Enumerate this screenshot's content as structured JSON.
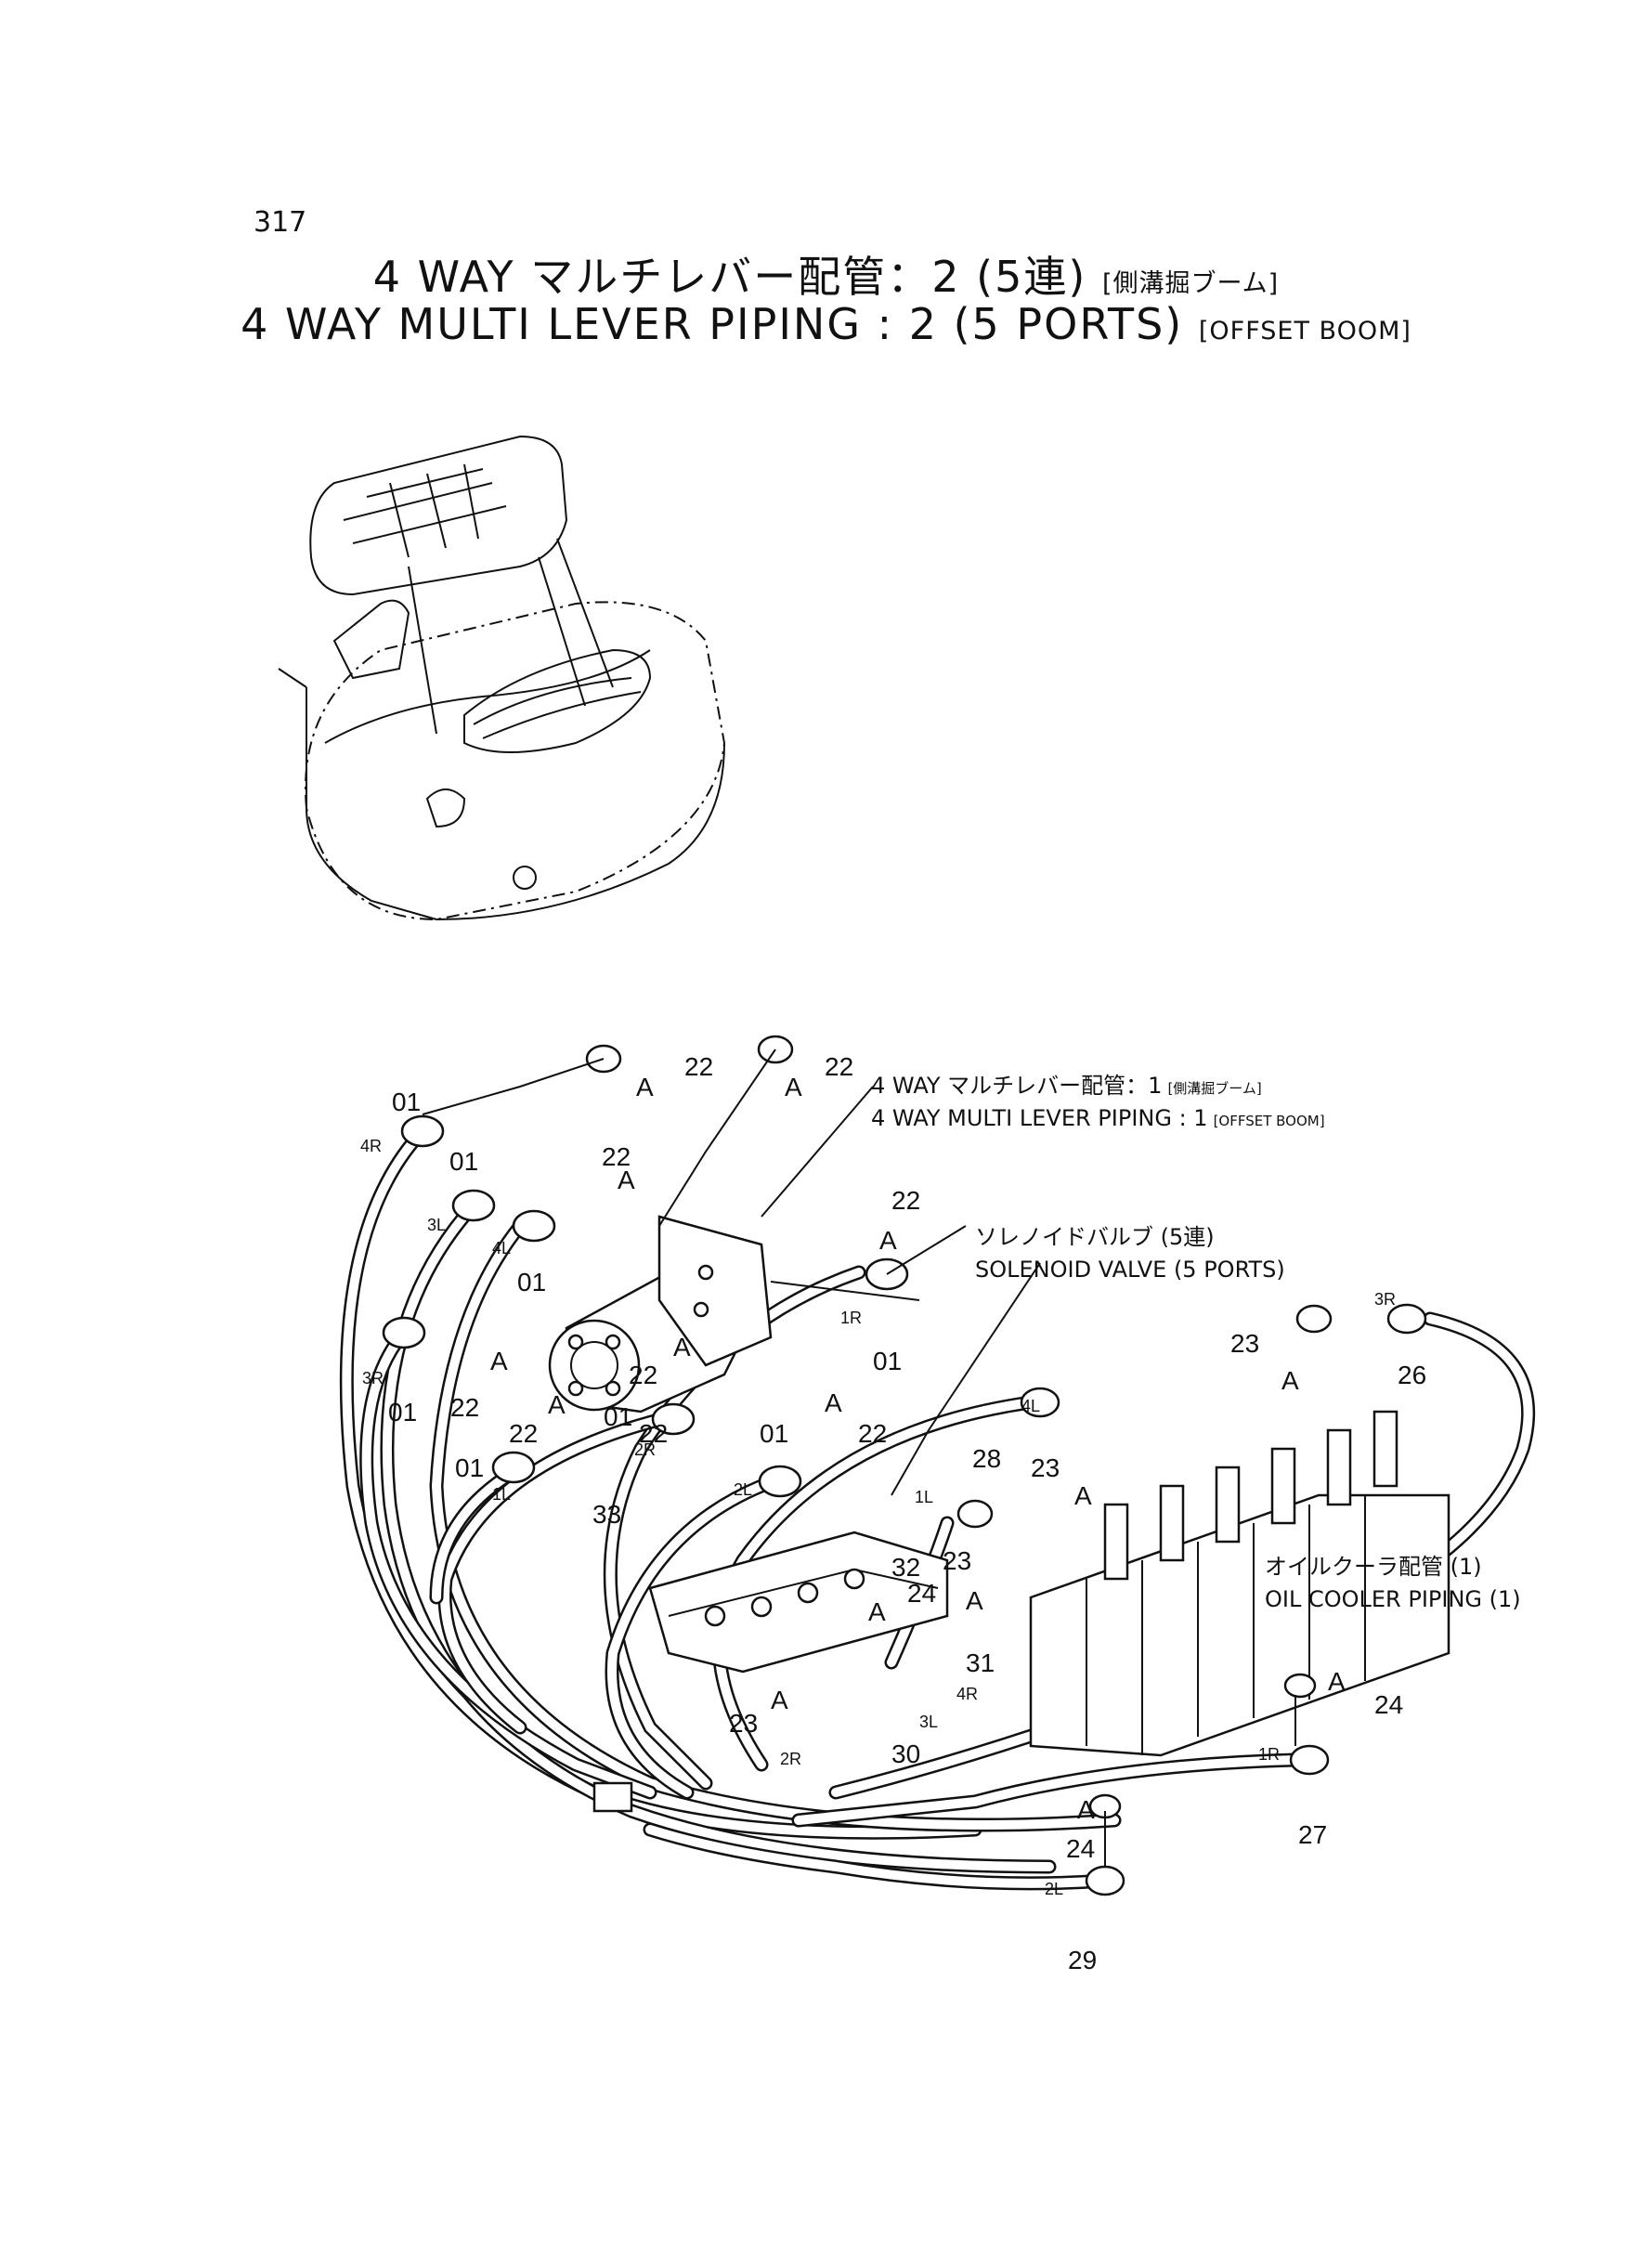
{
  "page_number": "317",
  "title": {
    "jp_main": "4 WAY マルチレバー配管：2 (5連)",
    "jp_sub": "[側溝掘ブーム]",
    "en_main": "4 WAY MULTI LEVER PIPING : 2 (5 PORTS)",
    "en_sub": "[OFFSET BOOM]"
  },
  "callouts": {
    "ref_jp": "4 WAY マルチレバー配管：1",
    "ref_jp_sub": "[側溝掘ブーム]",
    "ref_en": "4 WAY MULTI LEVER PIPING : 1",
    "ref_en_sub": "[OFFSET BOOM]",
    "solenoid_jp": "ソレノイドバルブ (5連)",
    "solenoid_en": "SOLENOID VALVE (5 PORTS)",
    "cooler_jp": "オイルクーラ配管 (1)",
    "cooler_en": "OIL COOLER PIPING (1)"
  },
  "part_labels": {
    "p01": "01",
    "p22": "22",
    "p23": "23",
    "p24": "24",
    "p26": "26",
    "p27": "27",
    "p28": "28",
    "p29": "29",
    "p30": "30",
    "p31": "31",
    "p32": "32",
    "p33": "33",
    "a": "A"
  },
  "hose_tags": {
    "h4r": "4R",
    "h3l": "3L",
    "h4l": "4L",
    "h3r": "3R",
    "h1r": "1R",
    "h2r": "2R",
    "h1l": "1L",
    "h2l": "2L"
  }
}
